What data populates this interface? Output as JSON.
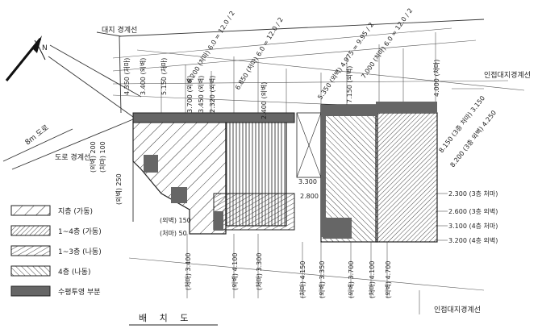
{
  "title": "배 치 도",
  "north_arrow": "N",
  "labels": {
    "road": "8m 도로",
    "road_boundary": "도로 경계선",
    "site_boundary_top": "대지 경계선",
    "adjacent_boundary_right": "인접대지경계선",
    "adjacent_boundary_bottom": "인접대지경계선"
  },
  "legend": [
    {
      "label": "지층 (가동)",
      "pattern": "hatch-wide"
    },
    {
      "label": "1~4층 (가동)",
      "pattern": "hatch-dense"
    },
    {
      "label": "1~3층 (나동)",
      "pattern": "hatch-medium"
    },
    {
      "label": "4층 (나동)",
      "pattern": "hatch-back"
    },
    {
      "label": "수평투영 부분",
      "pattern": "solid"
    }
  ],
  "right_dims": [
    "2.300 (3층 처마)",
    "2.600 (3층 외벽)",
    "3.100 (4층 처마)",
    "3.200 (4층 외벽)"
  ],
  "top_dims": [
    "4.350 (처마)",
    "3.400 (외벽)",
    "5.150 (처마)",
    "6.200 (처마) 6.0 = 12.0 / 2",
    "3.700 (외벽)",
    "3.450 (외벽)",
    "2.320 (외벽)",
    "6.850 (처마) 6.0 = 12.0 / 2",
    "2.400 (외벽)",
    "5.350 (외벽) 4.975 = 9.95 / 2",
    "7.000 (처마) 6.0 = 12.0 / 2",
    "7.150 (외벽)",
    "4.000 (처마)",
    "8.150 (3층 처마) 3.150",
    "8.200 (3층 외벽) 4.250"
  ],
  "left_dims": [
    "(외벽) 200",
    "(처마) 100",
    "(외벽) 250",
    "(외벽) 150",
    "(처마) 50"
  ],
  "bottom_dims": [
    "(처마) 3.400",
    "(외벽) 4.100",
    "(처마) 3.300",
    "(처마) 4.150",
    "(외벽) 3.350",
    "(외벽) 3.700",
    "(처마) 4.100",
    "(외벽) 4.700"
  ],
  "gap_dims": [
    "3.300",
    "2.800"
  ]
}
